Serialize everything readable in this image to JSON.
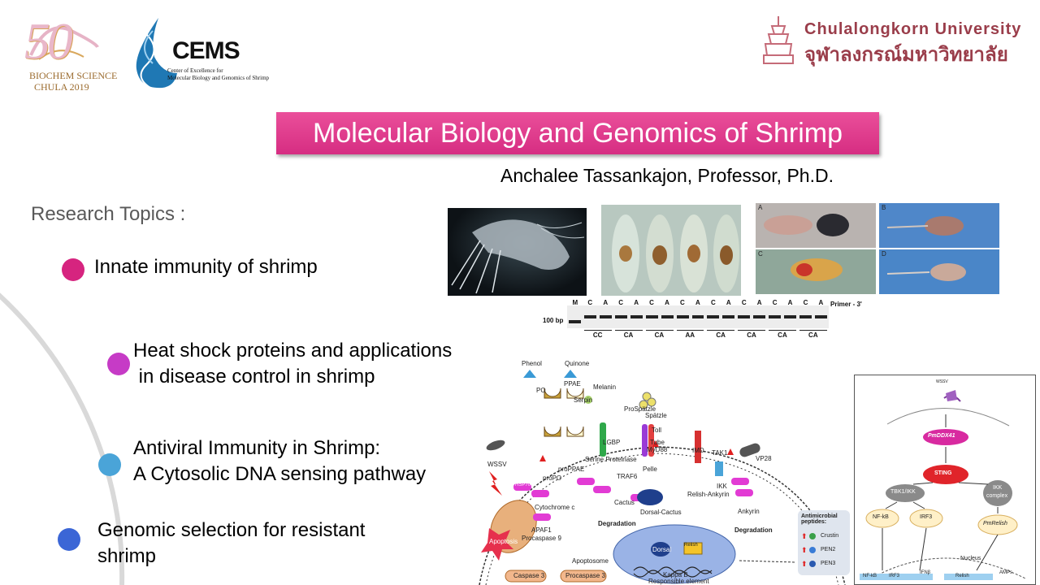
{
  "header": {
    "logo_50": {
      "number": "50",
      "line1": "BIOCHEM SCIENCE",
      "line2": "CHULA 2019"
    },
    "cems": {
      "name": "CEMS",
      "sub1": "Center of Excellence for",
      "sub2": "Molecular Biology and Genomics of Shrimp"
    },
    "university": {
      "name_en": "Chulalongkorn University",
      "name_th": "จุฬาลงกรณ์มหาวิทยาลัย"
    }
  },
  "title": "Molecular Biology and Genomics of Shrimp",
  "author": "Anchalee Tassankajon, Professor, Ph.D.",
  "research": {
    "heading": "Research Topics :",
    "topics": [
      {
        "lines": [
          "Innate immunity of shrimp"
        ],
        "dot_color": "#d6247f"
      },
      {
        "lines": [
          "Heat shock proteins and applications",
          " in disease control in shrimp"
        ],
        "dot_color": "#c63bc6"
      },
      {
        "lines": [
          "Antiviral Immunity in Shrimp:",
          "A Cytosolic DNA sensing pathway"
        ],
        "dot_color": "#4aa4d8"
      },
      {
        "lines": [
          "Genomic selection for resistant",
          "shrimp"
        ],
        "dot_color": "#3b66d6"
      }
    ]
  },
  "figures": {
    "photo_panels": [
      "A",
      "B",
      "C",
      "D"
    ],
    "gel": {
      "lanes": [
        "M",
        "C",
        "A",
        "C",
        "A",
        "C",
        "A",
        "C",
        "A",
        "C",
        "A",
        "C",
        "A",
        "C",
        "A",
        "C",
        "A"
      ],
      "size_marker": "100 bp",
      "primer": "Primer - 3'",
      "genotypes": [
        "CC",
        "CA",
        "CA",
        "AA",
        "CA",
        "CA",
        "CA",
        "CA"
      ]
    },
    "pathway_labels": {
      "phenol": "Phenol",
      "quinone": "Quinone",
      "melanin": "Melanin",
      "po": "PO",
      "ppae": "PPAE",
      "serpin": "Serpin",
      "prospatzle": "ProSpätzle",
      "spatzle": "Spätzle",
      "lgbp": "LGBP",
      "serine_proteinase": "Serine Proteinase",
      "prophenol": "proPO",
      "proppae": "proPPAE",
      "toll": "Toll",
      "tube": "Tube",
      "myd88": "MyD88",
      "pelle": "Pelle",
      "traf6": "TRAF6",
      "imd": "IMD",
      "tak1": "TAK1",
      "ikk": "IKK",
      "wssv": "WSSV",
      "vp": "VP28",
      "hsp70": "HSP70",
      "cytochrome_c": "Cytochrome c",
      "apaf1": "APAF1",
      "procaspase9": "Procaspase 9",
      "apoptosome": "Apoptosome",
      "apoptosis": "Apoptosis",
      "caspase3": "Caspase 3",
      "procaspase3": "Procaspase 3",
      "cactus": "Cactus",
      "dorsal_cactus": "Dorsal-Cactus",
      "degradation": "Degradation",
      "relish_ankyrin": "Relish-Ankyrin",
      "ankyrin": "Ankyrin",
      "dorsal": "Dorsal",
      "relish": "Relish",
      "kappa_b": "Kappa B",
      "responsible_element": "Responsible element",
      "amp_title": "Antimicrobial peptides:",
      "crustin": "Crustin",
      "pen2": "PEN2",
      "pen3": "PEN3"
    },
    "sting_labels": {
      "virus": "WSSV",
      "ddx41": "PmDDX41",
      "sting": "STING",
      "tbk1": "TBK1/IKK",
      "ikk_complex_1": "IKK",
      "ikk_complex_2": "complex",
      "nfkb": "NF-kB",
      "irf3": "IRF3",
      "pmrelish": "PmRelish",
      "nucleus": "Nucleus",
      "ifnb": "IFNβ",
      "amps": "AMPs",
      "promoter_nfkb": "NF-kB",
      "promoter_irf3": "IRF3",
      "promoter_relish": "Relish"
    }
  }
}
